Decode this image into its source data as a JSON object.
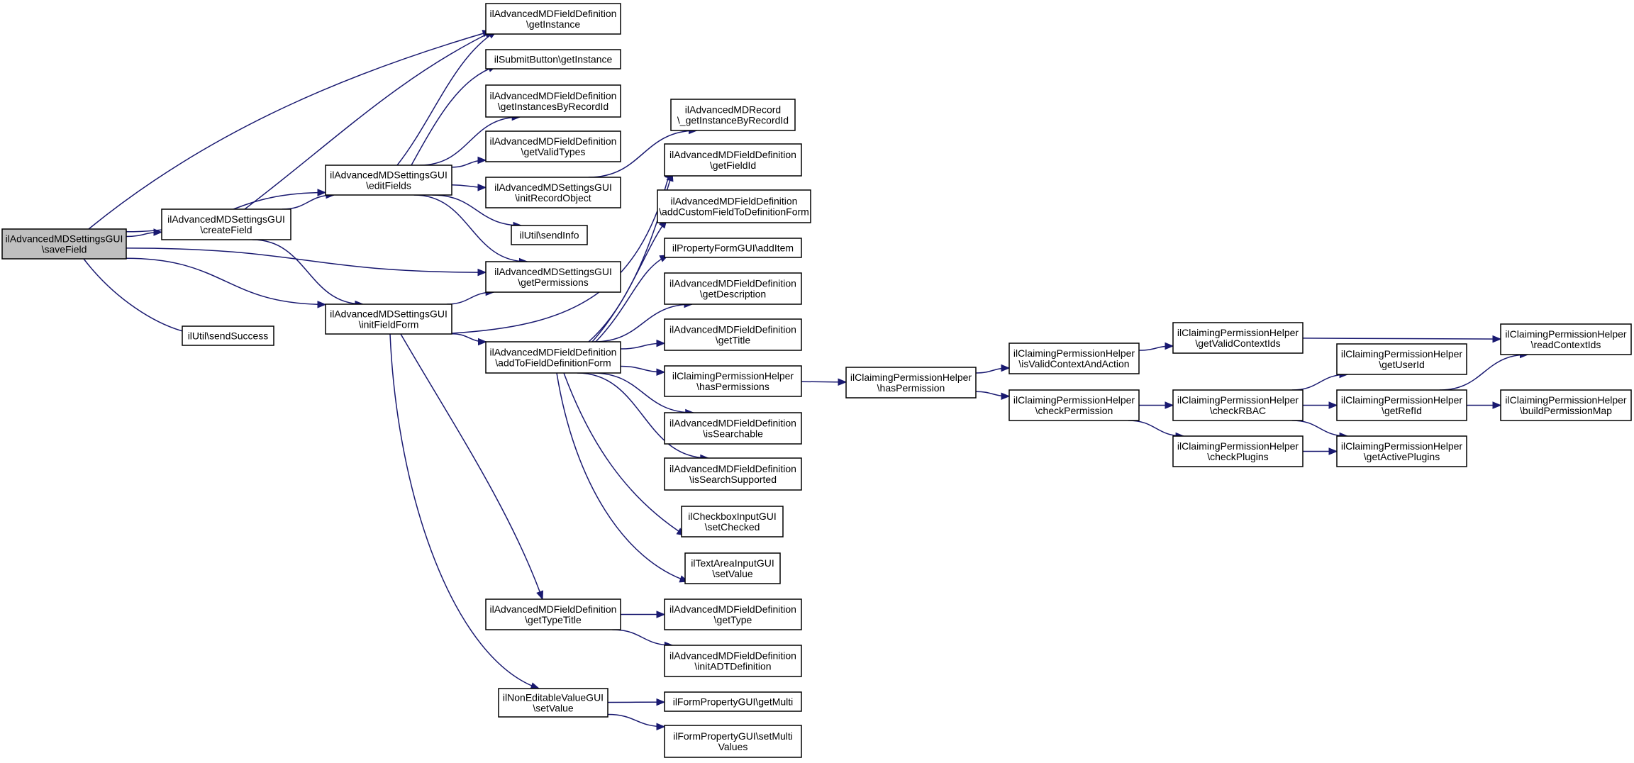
{
  "diagram": {
    "kind": "call-graph",
    "colors": {
      "edge": "#191970",
      "root_fill": "#bfbfbf",
      "node_fill": "#ffffff",
      "border": "#000000"
    },
    "nodes": [
      {
        "id": "saveField",
        "lines": [
          "ilAdvancedMDSettingsGUI",
          "\\saveField"
        ],
        "root": true
      },
      {
        "id": "createField",
        "lines": [
          "ilAdvancedMDSettingsGUI",
          "\\createField"
        ]
      },
      {
        "id": "sendSuccess",
        "lines": [
          "ilUtil\\sendSuccess"
        ]
      },
      {
        "id": "editFields",
        "lines": [
          "ilAdvancedMDSettingsGUI",
          "\\editFields"
        ]
      },
      {
        "id": "initFieldForm",
        "lines": [
          "ilAdvancedMDSettingsGUI",
          "\\initFieldForm"
        ]
      },
      {
        "id": "fd_getInstance",
        "lines": [
          "ilAdvancedMDFieldDefinition",
          "\\getInstance"
        ]
      },
      {
        "id": "sb_getInstance",
        "lines": [
          "ilSubmitButton\\getInstance"
        ]
      },
      {
        "id": "getInstancesByRecordId",
        "lines": [
          "ilAdvancedMDFieldDefinition",
          "\\getInstancesByRecordId"
        ]
      },
      {
        "id": "getValidTypes",
        "lines": [
          "ilAdvancedMDFieldDefinition",
          "\\getValidTypes"
        ]
      },
      {
        "id": "initRecordObject",
        "lines": [
          "ilAdvancedMDSettingsGUI",
          "\\initRecordObject"
        ]
      },
      {
        "id": "sendInfo",
        "lines": [
          "ilUtil\\sendInfo"
        ]
      },
      {
        "id": "getPermissions",
        "lines": [
          "ilAdvancedMDSettingsGUI",
          "\\getPermissions"
        ]
      },
      {
        "id": "addToFieldDefinitionForm",
        "lines": [
          "ilAdvancedMDFieldDefinition",
          "\\addToFieldDefinitionForm"
        ]
      },
      {
        "id": "getTypeTitle",
        "lines": [
          "ilAdvancedMDFieldDefinition",
          "\\getTypeTitle"
        ]
      },
      {
        "id": "nev_setValue",
        "lines": [
          "ilNonEditableValueGUI",
          "\\setValue"
        ]
      },
      {
        "id": "getInstanceByRecordId",
        "lines": [
          "ilAdvancedMDRecord",
          "\\_getInstanceByRecordId"
        ]
      },
      {
        "id": "getFieldId",
        "lines": [
          "ilAdvancedMDFieldDefinition",
          "\\getFieldId"
        ]
      },
      {
        "id": "addCustomField",
        "lines": [
          "ilAdvancedMDFieldDefinition",
          "\\addCustomFieldToDefinitionForm"
        ]
      },
      {
        "id": "addItem",
        "lines": [
          "ilPropertyFormGUI\\addItem"
        ]
      },
      {
        "id": "getDescription",
        "lines": [
          "ilAdvancedMDFieldDefinition",
          "\\getDescription"
        ]
      },
      {
        "id": "getTitle",
        "lines": [
          "ilAdvancedMDFieldDefinition",
          "\\getTitle"
        ]
      },
      {
        "id": "hasPermissions",
        "lines": [
          "ilClaimingPermissionHelper",
          "\\hasPermissions"
        ]
      },
      {
        "id": "isSearchable",
        "lines": [
          "ilAdvancedMDFieldDefinition",
          "\\isSearchable"
        ]
      },
      {
        "id": "isSearchSupported",
        "lines": [
          "ilAdvancedMDFieldDefinition",
          "\\isSearchSupported"
        ]
      },
      {
        "id": "setChecked",
        "lines": [
          "ilCheckboxInputGUI",
          "\\setChecked"
        ]
      },
      {
        "id": "ta_setValue",
        "lines": [
          "ilTextAreaInputGUI",
          "\\setValue"
        ]
      },
      {
        "id": "getType",
        "lines": [
          "ilAdvancedMDFieldDefinition",
          "\\getType"
        ]
      },
      {
        "id": "initADTDefinition",
        "lines": [
          "ilAdvancedMDFieldDefinition",
          "\\initADTDefinition"
        ]
      },
      {
        "id": "getMulti",
        "lines": [
          "ilFormPropertyGUI\\getMulti"
        ]
      },
      {
        "id": "setMultiValues",
        "lines": [
          "ilFormPropertyGUI\\setMulti",
          "Values"
        ]
      },
      {
        "id": "hasPermission",
        "lines": [
          "ilClaimingPermissionHelper",
          "\\hasPermission"
        ]
      },
      {
        "id": "isValidContextAndAction",
        "lines": [
          "ilClaimingPermissionHelper",
          "\\isValidContextAndAction"
        ]
      },
      {
        "id": "checkPermission",
        "lines": [
          "ilClaimingPermissionHelper",
          "\\checkPermission"
        ]
      },
      {
        "id": "getValidContextIds",
        "lines": [
          "ilClaimingPermissionHelper",
          "\\getValidContextIds"
        ]
      },
      {
        "id": "checkRBAC",
        "lines": [
          "ilClaimingPermissionHelper",
          "\\checkRBAC"
        ]
      },
      {
        "id": "checkPlugins",
        "lines": [
          "ilClaimingPermissionHelper",
          "\\checkPlugins"
        ]
      },
      {
        "id": "getUserId",
        "lines": [
          "ilClaimingPermissionHelper",
          "\\getUserId"
        ]
      },
      {
        "id": "getRefId",
        "lines": [
          "ilClaimingPermissionHelper",
          "\\getRefId"
        ]
      },
      {
        "id": "getActivePlugins",
        "lines": [
          "ilClaimingPermissionHelper",
          "\\getActivePlugins"
        ]
      },
      {
        "id": "readContextIds",
        "lines": [
          "ilClaimingPermissionHelper",
          "\\readContextIds"
        ]
      },
      {
        "id": "buildPermissionMap",
        "lines": [
          "ilClaimingPermissionHelper",
          "\\buildPermissionMap"
        ]
      }
    ],
    "edges": [
      [
        "saveField",
        "createField"
      ],
      [
        "saveField",
        "sendSuccess"
      ],
      [
        "saveField",
        "editFields"
      ],
      [
        "saveField",
        "initFieldForm"
      ],
      [
        "saveField",
        "fd_getInstance"
      ],
      [
        "saveField",
        "getPermissions"
      ],
      [
        "createField",
        "editFields"
      ],
      [
        "createField",
        "initFieldForm"
      ],
      [
        "createField",
        "fd_getInstance"
      ],
      [
        "editFields",
        "fd_getInstance"
      ],
      [
        "editFields",
        "sb_getInstance"
      ],
      [
        "editFields",
        "getInstancesByRecordId"
      ],
      [
        "editFields",
        "getValidTypes"
      ],
      [
        "editFields",
        "initRecordObject"
      ],
      [
        "editFields",
        "sendInfo"
      ],
      [
        "editFields",
        "getPermissions"
      ],
      [
        "initFieldForm",
        "getPermissions"
      ],
      [
        "initFieldForm",
        "addToFieldDefinitionForm"
      ],
      [
        "initFieldForm",
        "getFieldId"
      ],
      [
        "initFieldForm",
        "getTypeTitle"
      ],
      [
        "initFieldForm",
        "nev_setValue"
      ],
      [
        "initRecordObject",
        "getInstanceByRecordId"
      ],
      [
        "addToFieldDefinitionForm",
        "getFieldId"
      ],
      [
        "addToFieldDefinitionForm",
        "addCustomField"
      ],
      [
        "addToFieldDefinitionForm",
        "addItem"
      ],
      [
        "addToFieldDefinitionForm",
        "getDescription"
      ],
      [
        "addToFieldDefinitionForm",
        "getTitle"
      ],
      [
        "addToFieldDefinitionForm",
        "hasPermissions"
      ],
      [
        "addToFieldDefinitionForm",
        "isSearchable"
      ],
      [
        "addToFieldDefinitionForm",
        "isSearchSupported"
      ],
      [
        "addToFieldDefinitionForm",
        "setChecked"
      ],
      [
        "addToFieldDefinitionForm",
        "ta_setValue"
      ],
      [
        "getTypeTitle",
        "getType"
      ],
      [
        "getTypeTitle",
        "initADTDefinition"
      ],
      [
        "nev_setValue",
        "getMulti"
      ],
      [
        "nev_setValue",
        "setMultiValues"
      ],
      [
        "hasPermissions",
        "hasPermission"
      ],
      [
        "hasPermission",
        "isValidContextAndAction"
      ],
      [
        "hasPermission",
        "checkPermission"
      ],
      [
        "isValidContextAndAction",
        "getValidContextIds"
      ],
      [
        "getValidContextIds",
        "readContextIds"
      ],
      [
        "checkPermission",
        "checkRBAC"
      ],
      [
        "checkPermission",
        "checkPlugins"
      ],
      [
        "checkRBAC",
        "getUserId"
      ],
      [
        "checkRBAC",
        "getRefId"
      ],
      [
        "checkRBAC",
        "getActivePlugins"
      ],
      [
        "checkPlugins",
        "getActivePlugins"
      ],
      [
        "getRefId",
        "readContextIds"
      ],
      [
        "getRefId",
        "buildPermissionMap"
      ]
    ]
  }
}
